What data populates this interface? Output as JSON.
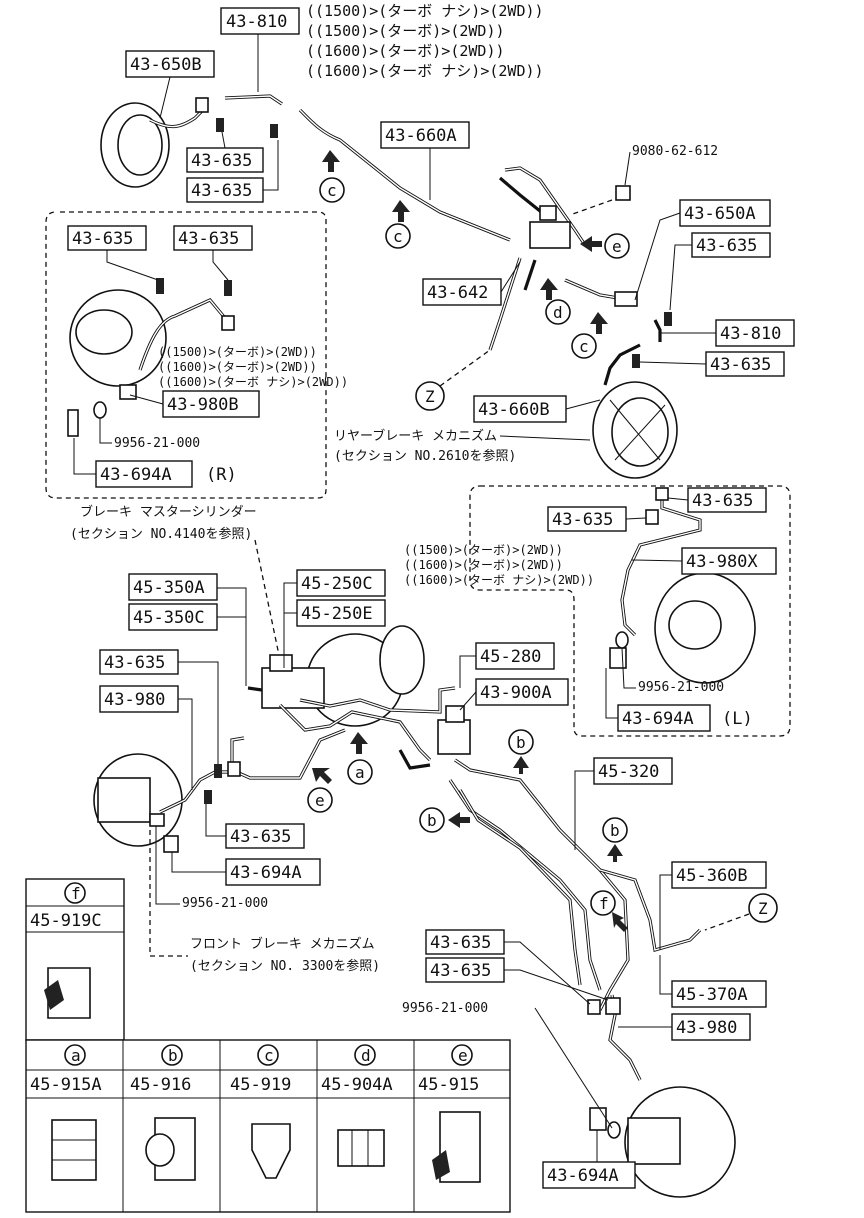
{
  "header": {
    "variants": [
      "((1500)>(ターボ ナシ)>(2WD))",
      "((1500)>(ターボ)>(2WD))",
      "((1600)>(ターボ)>(2WD))",
      "((1600)>(ターボ ナシ)>(2WD))"
    ]
  },
  "labels": {
    "p43_810_top": "43-810",
    "p43_650B": "43-650B",
    "p43_635_a": "43-635",
    "p43_635_b": "43-635",
    "p43_660A": "43-660A",
    "p9080": "9080-62-612",
    "p43_650A": "43-650A",
    "p43_635_c": "43-635",
    "p43_642": "43-642",
    "p43_810_right": "43-810",
    "p43_635_d": "43-635",
    "p43_660B": "43-660B",
    "p43_635_inset1": "43-635",
    "p43_635_inset2": "43-635",
    "p43_980B": "43-980B",
    "p9956_inset": "9956-21-000",
    "p43_694A_inset": "43-694A",
    "side_R": "(R)",
    "p43_635_r1": "43-635",
    "p43_635_r2": "43-635",
    "p43_980X": "43-980X",
    "p9956_r": "9956-21-000",
    "p43_694A_r": "43-694A",
    "side_L": "(L)",
    "p45_350A": "45-350A",
    "p45_350C": "45-350C",
    "p45_250C": "45-250C",
    "p45_250E": "45-250E",
    "p45_280": "45-280",
    "p43_900A": "43-900A",
    "p43_635_fl1": "43-635",
    "p43_980_fl": "43-980",
    "p43_635_fl2": "43-635",
    "p43_694A_fl": "43-694A",
    "p9956_fl": "9956-21-000",
    "p45_320": "45-320",
    "p45_360B": "45-360B",
    "p45_370A": "45-370A",
    "p43_635_fr1": "43-635",
    "p43_635_fr2": "43-635",
    "p9956_fr": "9956-21-000",
    "p43_980_fr": "43-980",
    "p43_694A_fr": "43-694A"
  },
  "notes": {
    "inset_left_variants": [
      "((1500)>(ターボ)>(2WD))",
      "((1600)>(ターボ)>(2WD))",
      "((1600)>(ターボ ナシ)>(2WD))"
    ],
    "inset_right_variants": [
      "((1500)>(ターボ)>(2WD))",
      "((1600)>(ターボ)>(2WD))",
      "((1600)>(ターボ ナシ)>(2WD))"
    ],
    "rear_brake_1": "リヤーブレーキ メカニズム",
    "rear_brake_2": "(セクション NO.2610を参照)",
    "master_cyl_1": "ブレーキ マスターシリンダー",
    "master_cyl_2": "(セクション NO.4140を参照)",
    "front_brake_1": "フロント ブレーキ メカニズム",
    "front_brake_2": "(セクション NO. 3300を参照)"
  },
  "callouts": {
    "a": "a",
    "b": "b",
    "c": "c",
    "d": "d",
    "e": "e",
    "f": "f",
    "z": "Z"
  },
  "clip_table": {
    "f": {
      "letter": "f",
      "part": "45-919C"
    },
    "cells": [
      {
        "letter": "a",
        "part": "45-915A"
      },
      {
        "letter": "b",
        "part": "45-916"
      },
      {
        "letter": "c",
        "part": "45-919"
      },
      {
        "letter": "d",
        "part": "45-904A"
      },
      {
        "letter": "e",
        "part": "45-915"
      }
    ]
  }
}
